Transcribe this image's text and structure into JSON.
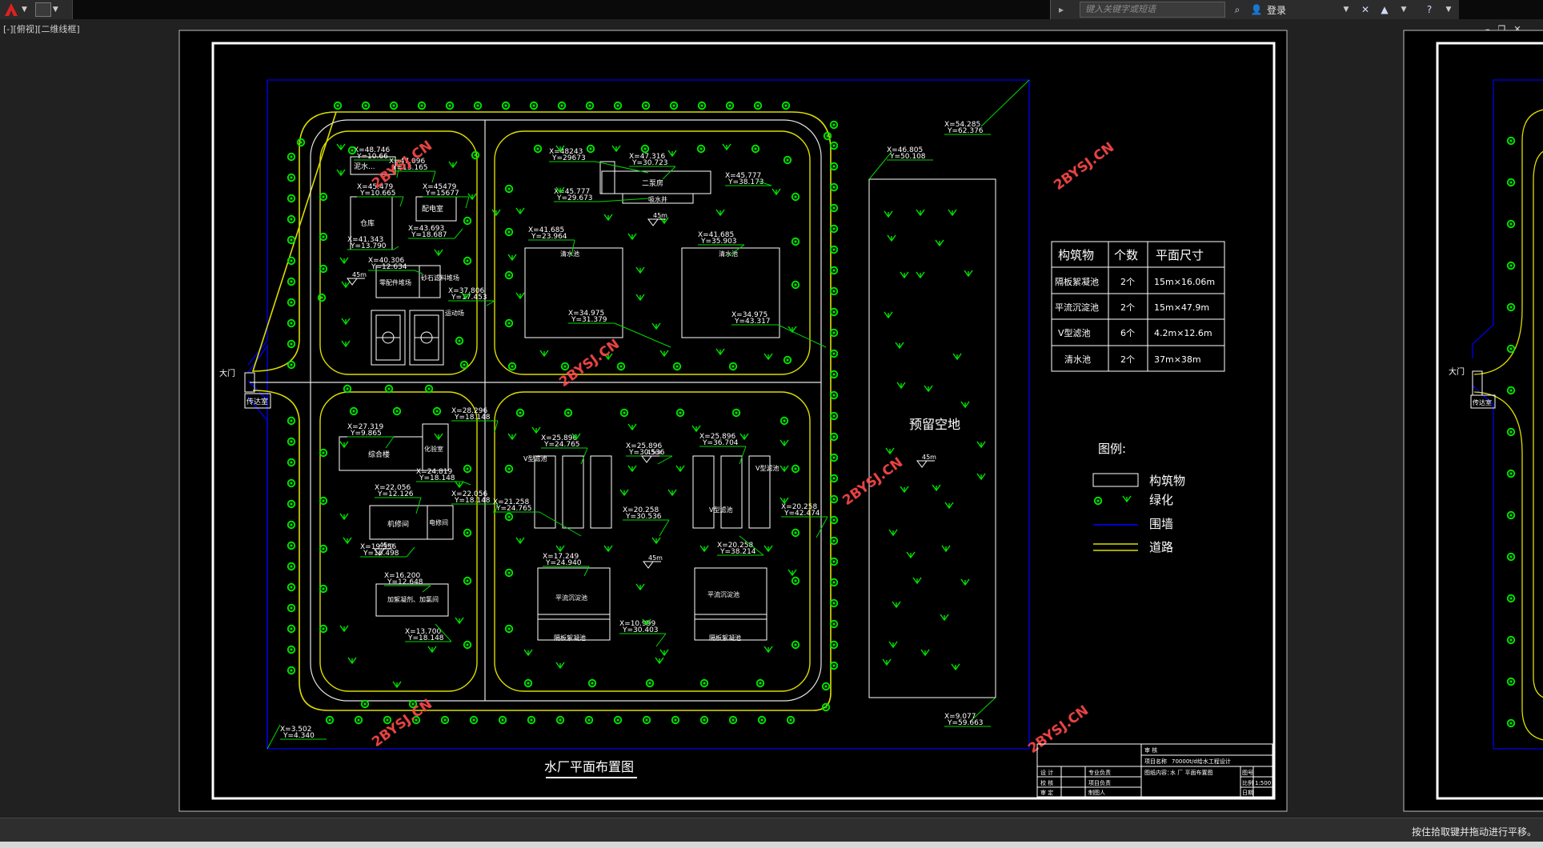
{
  "app": {
    "search_placeholder": "键入关键字或短语",
    "login_label": "登录",
    "view_label": "[-][俯视][二维线框]",
    "status_text": "按住拾取键并拖动进行平移。"
  },
  "colors": {
    "background": "#000000",
    "wall": "#0000c8",
    "road": "#dcdc00",
    "green": "#00e000",
    "coord": "#00d800",
    "frame": "#ffffff",
    "watermark": "#ff4a4a"
  },
  "drawing": {
    "title": "水厂平面布置图",
    "gate_label": "大门",
    "guard_label": "传达室",
    "reserve_label": "预留空地",
    "watermark": "2BYSJ.CN",
    "level_mark": "45m",
    "buildings": {
      "mud": "泥水...",
      "warehouse": "仓库",
      "power": "配电室",
      "parts": "零配件堆场",
      "sand": "砂石滤料堆场",
      "motor": "运动场",
      "clear1": "清水池",
      "clear2": "清水池",
      "pump2": "二泵房",
      "suction": "吸水井",
      "office": "综合楼",
      "lab": "化验室",
      "repair": "机修间",
      "repair2": "电修间",
      "dosing": "加絮凝剂、加氯间",
      "vfilter1": "V型滤池",
      "vfilter2": "V型滤池",
      "vfilter3": "V型滤池",
      "sed1": "平流沉淀池",
      "sed2": "平流沉淀池",
      "floc1": "隔板絮凝池",
      "floc2": "隔板絮凝池"
    },
    "coords": {
      "c1": [
        "X=48.746",
        "Y=10.66"
      ],
      "c2": [
        "X=47.096",
        "Y=13.165"
      ],
      "c3": [
        "X=45.479",
        "Y=10.665"
      ],
      "c4": [
        "X=45479",
        "Y=15677"
      ],
      "c5": [
        "X=41.343",
        "Y=13.790"
      ],
      "c6": [
        "X=43.693",
        "Y=18.687"
      ],
      "c7": [
        "X=40.306",
        "Y=12.634"
      ],
      "c8": [
        "X=37.806",
        "Y=17.453"
      ],
      "c9": [
        "X=48243",
        "Y=29673"
      ],
      "c10": [
        "X=47.316",
        "Y=30.723"
      ],
      "c11": [
        "X=45.777",
        "Y=29.673"
      ],
      "c12": [
        "X=45.777",
        "Y=38.173"
      ],
      "c13": [
        "X=41.685",
        "Y=23.964"
      ],
      "c14": [
        "X=41.685",
        "Y=35.903"
      ],
      "c15": [
        "X=34.975",
        "Y=31.379"
      ],
      "c16": [
        "X=34.975",
        "Y=43.317"
      ],
      "c17": [
        "X=46.805",
        "Y=50.108"
      ],
      "c18": [
        "X=54.285",
        "Y=62.376"
      ],
      "c19": [
        "X=27.319",
        "Y=9.865"
      ],
      "c20": [
        "X=28.296",
        "Y=18.148"
      ],
      "c21": [
        "X=24.819",
        "Y=18.148"
      ],
      "c22": [
        "X=22.056",
        "Y=12.126"
      ],
      "c23": [
        "X=22.056",
        "Y=18.148"
      ],
      "c24": [
        "X=19.556",
        "Y=16.498"
      ],
      "c25": [
        "X=16.200",
        "Y=12.648"
      ],
      "c26": [
        "X=13.700",
        "Y=18.148"
      ],
      "c27": [
        "X=25.896",
        "Y=24.765"
      ],
      "c28": [
        "X=25.896",
        "Y=30.536"
      ],
      "c29": [
        "X=25.896",
        "Y=36.704"
      ],
      "c30": [
        "X=21.258",
        "Y=24.765"
      ],
      "c31": [
        "X=20.258",
        "Y=30.536"
      ],
      "c32": [
        "X=20.258",
        "Y=38.214"
      ],
      "c33": [
        "X=20.258",
        "Y=42.474"
      ],
      "c34": [
        "X=17.249",
        "Y=24.940"
      ],
      "c35": [
        "X=10.999",
        "Y=30.403"
      ],
      "c36": [
        "X=9.077",
        "Y=59.663"
      ],
      "c37": [
        "X=3.502",
        "Y=4.340"
      ]
    },
    "table": {
      "headers": [
        "构筑物",
        "个数",
        "平面尺寸"
      ],
      "rows": [
        [
          "隔板絮凝池",
          "2个",
          "15m×16.06m"
        ],
        [
          "平流沉淀池",
          "2个",
          "15m×47.9m"
        ],
        [
          "V型滤池",
          "6个",
          "4.2m×12.6m"
        ],
        [
          "清水池",
          "2个",
          "37m×38m"
        ]
      ]
    },
    "legend": {
      "title": "图例:",
      "items": [
        "构筑物",
        "绿化",
        "围墙",
        "道路"
      ]
    },
    "title_block": {
      "cells": [
        "审 核",
        "项目名称",
        "70000t/d给水工程设计",
        "图纸内容：",
        "水 厂 平面布置图",
        "设 计",
        "校 核",
        "审 定",
        "专业负责",
        "项目负责",
        "制图人",
        "图号",
        "比例",
        "1:500",
        "日期"
      ]
    },
    "right_sheet": {
      "gate_label": "大门",
      "guard_label": "传达室"
    }
  }
}
